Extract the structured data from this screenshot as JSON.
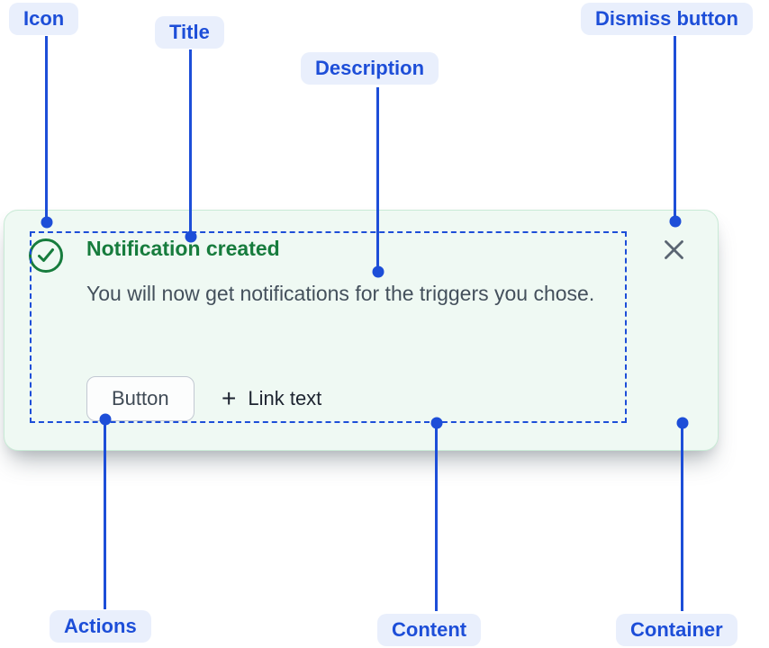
{
  "annotations": {
    "icon": "Icon",
    "title": "Title",
    "description": "Description",
    "dismiss": "Dismiss button",
    "actions": "Actions",
    "content": "Content",
    "container": "Container"
  },
  "notification": {
    "icon": "success-check-icon",
    "title": "Notification created",
    "description": "You will now get notifications for the triggers you chose.",
    "actions": {
      "button_label": "Button",
      "link_icon": "plus-icon",
      "link_icon_glyph": "+",
      "link_label": "Link text"
    },
    "dismiss_icon": "close-icon"
  },
  "colors": {
    "annotation_blue": "#1D4ED8",
    "annotation_pill_bg": "#E9EFFC",
    "success_green": "#177C3D",
    "card_bg": "#EFF9F3",
    "card_border": "#C9EAD6",
    "body_text": "#44505C",
    "dismiss_gray": "#5A6572"
  }
}
